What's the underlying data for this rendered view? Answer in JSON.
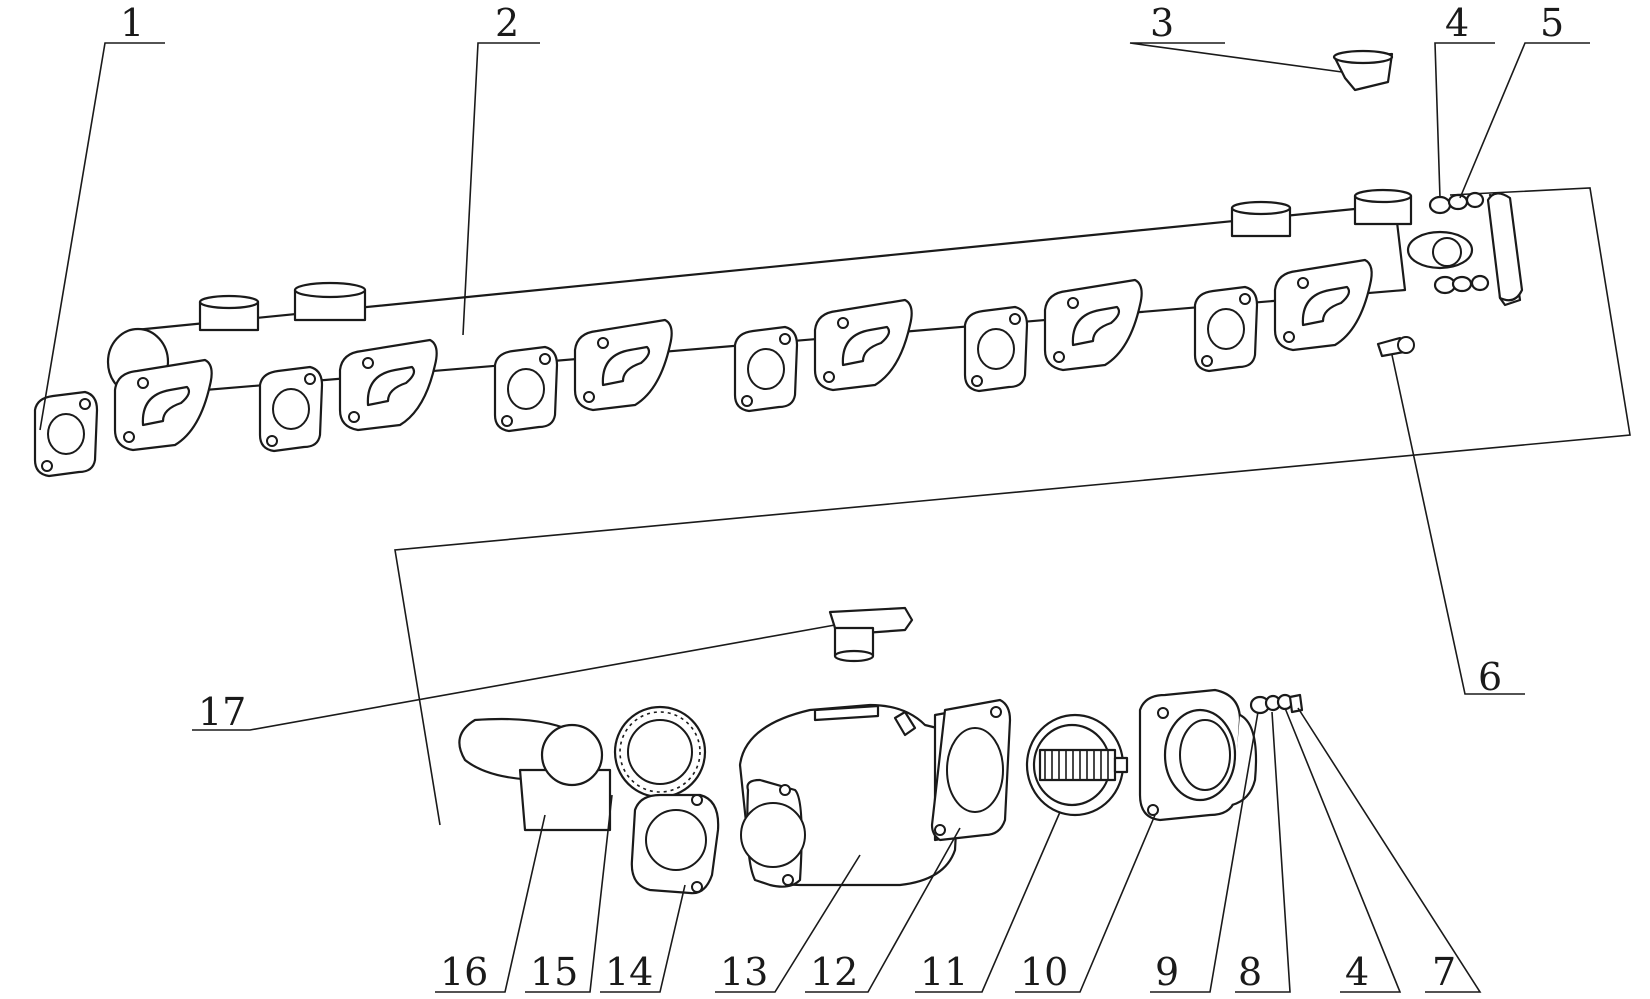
{
  "callouts": {
    "c1": "1",
    "c2": "2",
    "c3": "3",
    "c4a": "4",
    "c5": "5",
    "c6": "6",
    "c17": "17",
    "c16": "16",
    "c15": "15",
    "c14": "14",
    "c13": "13",
    "c12": "12",
    "c11": "11",
    "c10": "10",
    "c9": "9",
    "c8": "8",
    "c4b": "4",
    "c7": "7"
  }
}
